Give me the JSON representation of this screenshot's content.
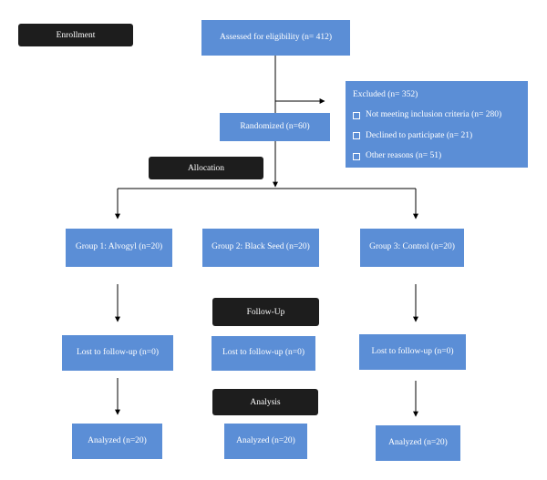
{
  "stages": {
    "enrollment": "Enrollment",
    "allocation": "Allocation",
    "follow_up": "Follow-Up",
    "analysis": "Analysis"
  },
  "assessed": "Assessed for eligibility (n= 412)",
  "excluded": {
    "title": "Excluded (n= 352)",
    "items": [
      "Not meeting inclusion criteria (n= 280)",
      "Declined to participate (n= 21)",
      "Other reasons (n= 51)"
    ]
  },
  "randomized": "Randomized (n=60)",
  "groups": [
    {
      "label": "Group 1: Alvogyl (n=20)",
      "lost": "Lost to follow-up (n=0)",
      "analyzed": "Analyzed (n=20)"
    },
    {
      "label": "Group 2: Black Seed (n=20)",
      "lost": "Lost to follow-up (n=0)",
      "analyzed": "Analyzed (n=20)"
    },
    {
      "label": "Group 3: Control (n=20)",
      "lost": "Lost to follow-up (n=0)",
      "analyzed": "Analyzed (n=20)"
    }
  ],
  "colors": {
    "box": "#5b8ed6",
    "stage": "#1d1d1d",
    "line": "#000000"
  }
}
